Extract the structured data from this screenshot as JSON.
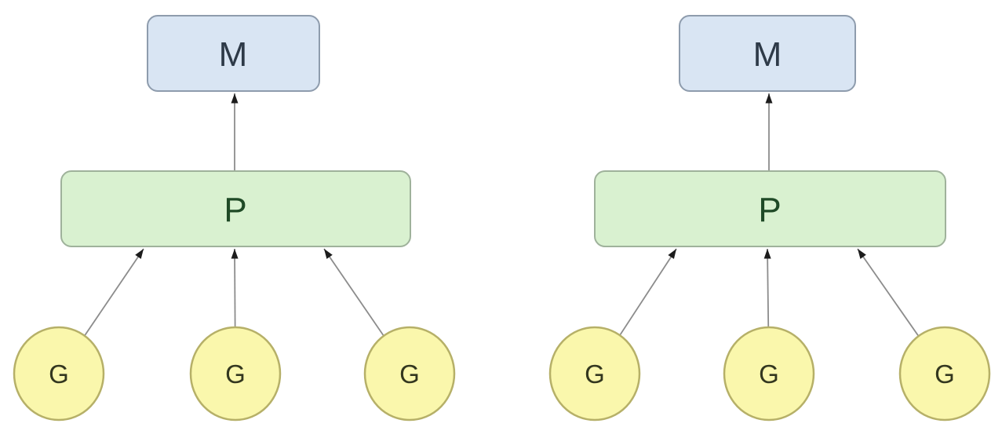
{
  "diagram": {
    "type": "tree",
    "panels": [
      {
        "name": "left",
        "master": "M",
        "primary": "P",
        "groups": [
          "G",
          "G",
          "G"
        ],
        "edges": [
          "G1->P",
          "G2->P",
          "G3->P",
          "P->M"
        ]
      },
      {
        "name": "right",
        "master": "M",
        "primary": "P",
        "groups": [
          "G",
          "G",
          "G"
        ],
        "edges": [
          "G1->P",
          "G2->P",
          "G3->P",
          "P->M"
        ]
      }
    ]
  },
  "colors": {
    "canvas-bg": "#ffffff",
    "master-fill": "#d9e5f3",
    "master-stroke": "#8e9cad",
    "master-text": "#2e3a48",
    "primary-fill": "#d9f1d0",
    "primary-stroke": "#9fb29b",
    "primary-text": "#1f4a26",
    "group-fill": "#faf7ac",
    "group-stroke": "#b6b068",
    "group-text": "#33371f",
    "edge-line": "#8c8c8c",
    "edge-arrowhead": "#1c1c1c"
  }
}
